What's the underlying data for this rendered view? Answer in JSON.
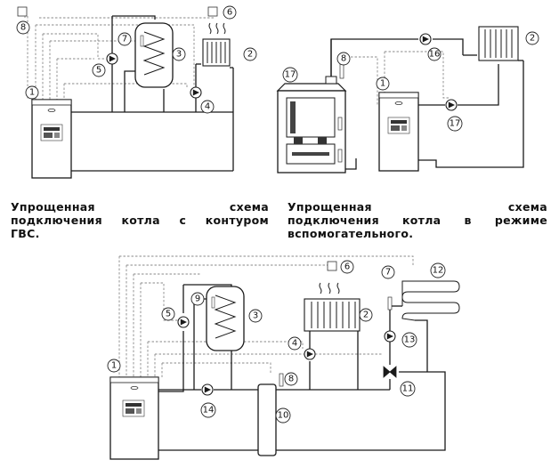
{
  "captions": {
    "left": {
      "line1": "Упрощенная схема",
      "line2": "подключения котла с контуром",
      "line3": "ГВС."
    },
    "right": {
      "line1": "Упрощенная схема",
      "line2": "подключения котла в режиме",
      "line3": "вспомогательного."
    }
  },
  "labels": {
    "n1": "1",
    "n2": "2",
    "n3": "3",
    "n4": "4",
    "n5": "5",
    "n6": "6",
    "n7": "7",
    "n8": "8",
    "n9": "9",
    "n10": "10",
    "n11": "11",
    "n12": "12",
    "n13": "13",
    "n14": "14",
    "n16": "16",
    "n17": "17"
  }
}
